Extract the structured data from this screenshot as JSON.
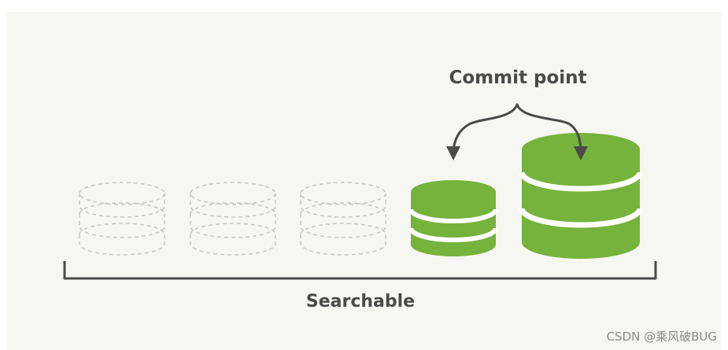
{
  "labels": {
    "commit_point": "Commit point",
    "searchable": "Searchable"
  },
  "watermark": "CSDN @乘风破BUG",
  "segments": [
    {
      "state": "searchable",
      "style": "dashed-outline"
    },
    {
      "state": "searchable",
      "style": "dashed-outline"
    },
    {
      "state": "searchable",
      "style": "dashed-outline"
    },
    {
      "state": "committed",
      "style": "filled-green"
    },
    {
      "state": "committed",
      "style": "filled-green"
    }
  ],
  "colors": {
    "background": "#f6f7f3",
    "segment_fill": "#76b33c",
    "segment_band": "#ffffff",
    "dashed_outline": "#c8c8c8",
    "arrow": "#4a4a4a",
    "text": "#4a4a4a",
    "bracket": "#4a4a4a"
  }
}
